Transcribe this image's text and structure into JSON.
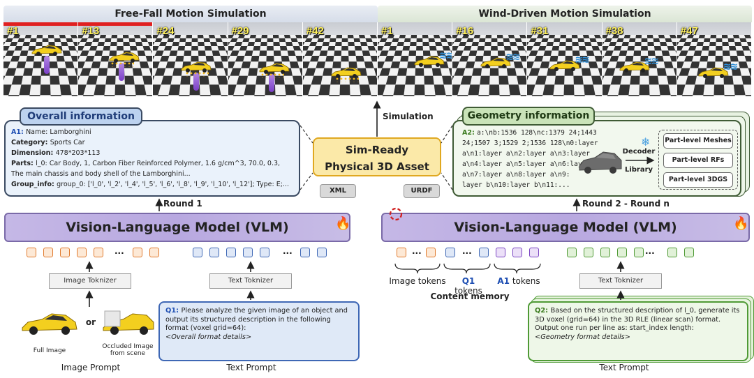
{
  "simulation": {
    "free_fall_title": "Free-Fall Motion Simulation",
    "wind_title": "Wind-Driven Motion Simulation",
    "free_fall_frames": [
      "#1",
      "#13",
      "#24",
      "#29",
      "#42"
    ],
    "wind_frames": [
      "#1",
      "#16",
      "#31",
      "#38",
      "#47"
    ],
    "simulation_label": "Simulation"
  },
  "overall": {
    "tab": "Overall information",
    "a1_label": "A1",
    "name_key": "Name",
    "name_val": "Lamborghini",
    "category_key": "Category",
    "category_val": "Sports Car",
    "dimension_key": "Dimension",
    "dimension_val": "478*203*113",
    "parts_key": "Parts",
    "parts_val": "l_0: Car Body, 1, Carbon Fiber Reinforced Polymer, 1.6 g/cm^3, 70.0, 0.3,",
    "parts_val2": "The main chassis and body shell of the Lamborghini...",
    "group_key": "Group_info",
    "group_val": "group_0: ['l_0', 'l_2', 'l_4', 'l_5', 'l_6', 'l_8', 'l_9', 'l_10', 'l_12']; Type: E;..."
  },
  "geometry": {
    "tab": "Geometry information",
    "a2_label": "A2",
    "line1": "a:\\nb:1536 128\\nc:1379 24;1443",
    "line2": "24;1507 3;1529 2;1536 128\\n0:layer",
    "line3": "a\\n1:layer a\\n2:layer a\\n3:layer",
    "line4": "a\\n4:layer a\\n5:layer a\\n6:layer",
    "line5": "a\\n7:layer a\\n8:layer a\\n9:",
    "line6": "layer b\\n10:layer b\\n11:...",
    "decoder": "Decoder",
    "library": "Library",
    "outputs": [
      "Part-level Meshes",
      "Part-level RFs",
      "Part-level 3DGS"
    ]
  },
  "asset": {
    "line1": "Sim-Ready",
    "line2": "Physical 3D Asset",
    "xml": "XML",
    "urdf": "URDF"
  },
  "rounds": {
    "round1": "Round 1",
    "round2": "Round 2 - Round n"
  },
  "vlm": {
    "left": "Vision-Language Model (VLM)",
    "right": "Vision-Language Model (VLM)"
  },
  "left_inputs": {
    "image_tokenizer": "Image Toknizer",
    "text_tokenizer": "Text Toknizer",
    "or": "or",
    "full_image": "Full Image",
    "occluded_line1": "Occluded Image",
    "occluded_line2": "from scene",
    "image_prompt": "Image Prompt",
    "text_prompt": "Text Prompt",
    "ellipsis": "..."
  },
  "q1": {
    "label": "Q1",
    "text": "Please analyze the given image of an object and output its structured description in the following format (voxel grid=64):",
    "details": "<Overall format details>"
  },
  "right_inputs": {
    "text_tokenizer": "Text Toknizer",
    "image_tokens": "Image tokens",
    "q1_tokens_label": "Q1",
    "tokens": "tokens",
    "a1_tokens_label": "A1",
    "content_memory": "Content memory",
    "text_prompt": "Text Prompt",
    "ellipsis": "..."
  },
  "q2": {
    "label": "Q2",
    "text": "Based on the structured description of l_0, generate its 3D voxel (grid=64) in the 3D RLE (linear scan) format. Output one run per line as: start_index length:",
    "details": "<Geometry format details>"
  },
  "colors": {
    "overall_border": "#3a4a62",
    "geometry_border": "#3f5b35",
    "asset_fill": "#fbe9a8",
    "vlm_fill": "#b8a8e0",
    "image_token": "#e07a2e",
    "q1_token": "#3f68b5",
    "a1_token": "#7a45c2",
    "text_token_right": "#4f9a35"
  },
  "icons": [
    "fire-icon",
    "refresh-icon",
    "snowflake-icon",
    "sports-car-icon",
    "wind-icon"
  ]
}
